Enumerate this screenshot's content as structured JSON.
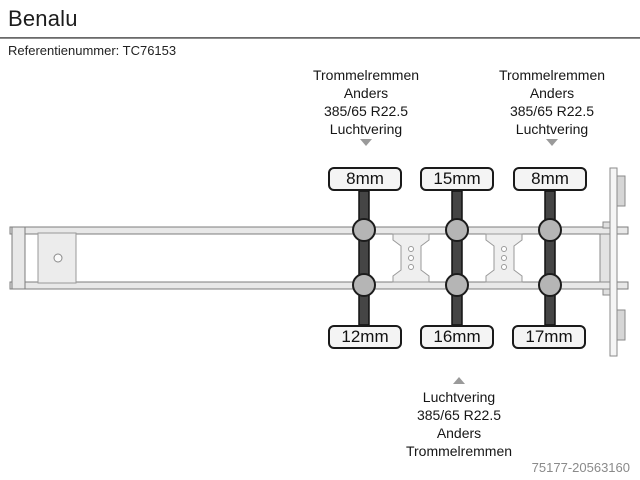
{
  "header": {
    "title": "Benalu",
    "reference": "Referentienummer: TC76153"
  },
  "axle_info": {
    "top_left": {
      "lines": [
        "Trommelremmen",
        "Anders",
        "385/65 R22.5",
        "Luchtvering"
      ]
    },
    "top_right": {
      "lines": [
        "Trommelremmen",
        "Anders",
        "385/65 R22.5",
        "Luchtvering"
      ]
    },
    "bottom": {
      "lines": [
        "Luchtvering",
        "385/65 R22.5",
        "Anders",
        "Trommelremmen"
      ]
    }
  },
  "measurements": {
    "top": [
      "8mm",
      "15mm",
      "8mm"
    ],
    "bottom": [
      "12mm",
      "16mm",
      "17mm"
    ]
  },
  "footer": {
    "listing_id": "75177-20563160"
  },
  "colors": {
    "axle_bar": "#454545",
    "hub_fill": "#b5b5b5",
    "frame_stroke": "#7d7d7d",
    "frame_fill": "#e8e8e8",
    "plate_fill": "#efefef",
    "label_bg": "#f4f4f4",
    "arrow": "#9a9a9a",
    "footer_text": "#8a8a8a"
  }
}
